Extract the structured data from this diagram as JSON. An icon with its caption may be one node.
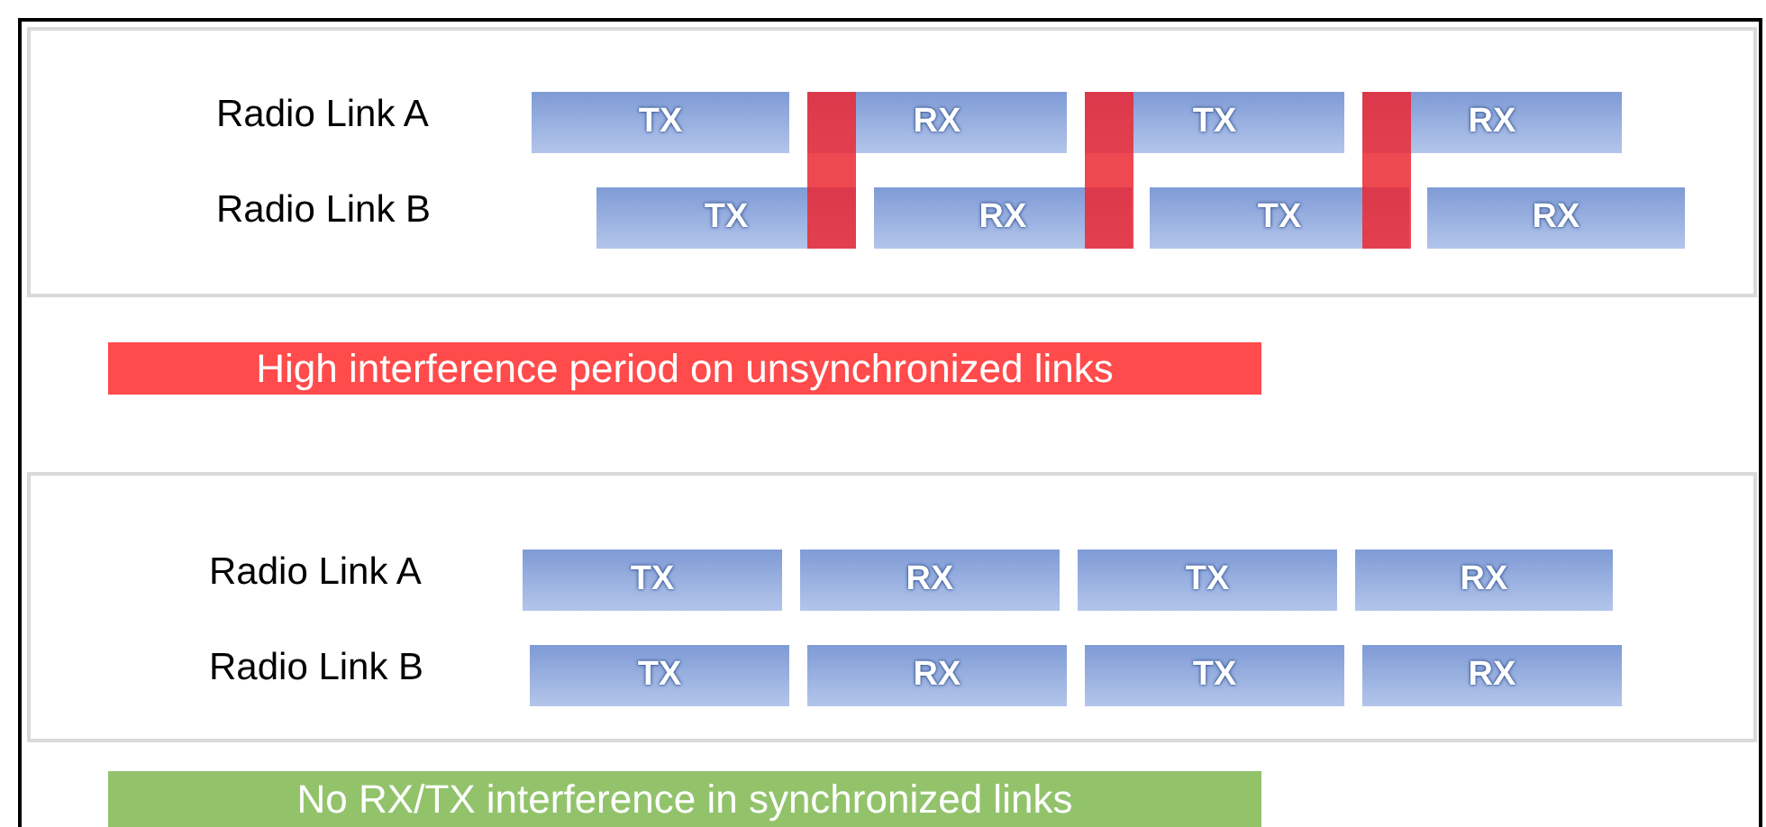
{
  "diagram": {
    "nodes": [
      {
        "text": [],
        "shape": "box"
      },
      {
        "text": [
          "TX"
        ],
        "in": 0
      },
      {
        "text": [
          "RX"
        ],
        "in": 0
      },
      {
        "text": [
          "TX"
        ],
        "in": 0
      },
      {
        "text": [
          "RX"
        ],
        "in": 0
      },
      {
        "text": [
          "TX"
        ],
        "in": 0
      },
      {
        "text": [
          "RX"
        ],
        "in": 0
      },
      {
        "text": [
          "TX"
        ],
        "in": 0
      },
      {
        "text": [
          "RX"
        ],
        "in": 0
      },
      {
        "text": [],
        "shape": "bar",
        "in": 0
      },
      {
        "text": [],
        "shape": "bar",
        "in": 0
      },
      {
        "text": [],
        "shape": "bar",
        "in": 0
      },
      {
        "text": [
          "High interference period on unsynchronized links"
        ]
      },
      {
        "text": [],
        "shape": "box"
      },
      {
        "text": [
          "TX"
        ],
        "in": 13
      },
      {
        "text": [
          "RX"
        ],
        "in": 13
      },
      {
        "text": [
          "TX"
        ],
        "in": 13
      },
      {
        "text": [
          "RX"
        ],
        "in": 13
      },
      {
        "text": [
          "TX"
        ],
        "in": 13
      },
      {
        "text": [
          "RX"
        ],
        "in": 13
      },
      {
        "text": [
          "TX"
        ],
        "in": 13
      },
      {
        "text": [
          "RX"
        ],
        "in": 13
      },
      {
        "text": [
          "No RX/TX interference in synchronized links"
        ]
      }
    ],
    "labels": [
      "Radio Link A",
      "Radio Link B",
      "Radio Link A",
      "Radio Link B"
    ]
  }
}
